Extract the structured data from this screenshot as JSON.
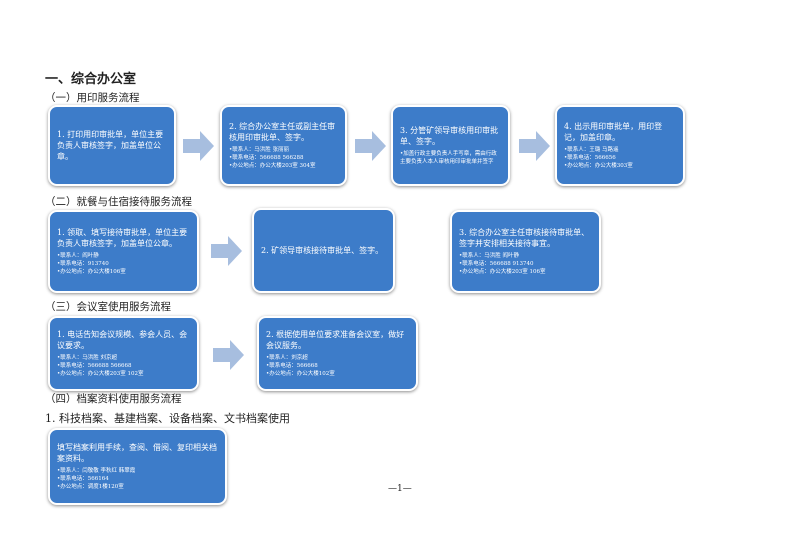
{
  "title": "一、综合办公室",
  "sections": [
    {
      "heading": "（一）用印服务流程",
      "steps": [
        {
          "text": "1. 打印用印审批单，单位主要负责人审核签字，加盖单位公章。",
          "details": []
        },
        {
          "text": "2. 综合办公室主任或副主任审核用印审批单、签字。",
          "details": [
            "•联系人：马洪胜 张丽丽",
            "•联系电话：566688 566288",
            "•办公地点：办公大楼203室 304室"
          ]
        },
        {
          "text": "3. 分管矿领导审核用印审批单、签字。",
          "details": [
            "•加盖行政主要负责人手写章，需由行政主要负责人本人审核用印审批单并签字"
          ]
        },
        {
          "text": "4. 出示用印审批单，用印登记，加盖印章。",
          "details": [
            "•联系人：王璐 马路遥",
            "•联系电话：566656",
            "•办公地点：办公大楼303室"
          ]
        }
      ]
    },
    {
      "heading": "（二）就餐与住宿接待服务流程",
      "steps": [
        {
          "text": "1. 领取、填写接待审批单，单位主要负责人审核签字，加盖单位公章。",
          "details": [
            "•联系人：阎叶静",
            "•联系电话：913740",
            "•办公地点：办公大楼106室"
          ]
        },
        {
          "text": "2. 矿领导审核接待审批单、签字。",
          "details": []
        },
        {
          "text": "3. 综合办公室主任审核接待审批单、签字并安排相关接待事宜。",
          "details": [
            "•联系人：马洪胜 阎叶静",
            "•联系电话：566688 913740",
            "•办公地点：办公大楼203室 106室"
          ]
        }
      ]
    },
    {
      "heading": "（三）会议室使用服务流程",
      "steps": [
        {
          "text": "1. 电话告知会议规模、参会人员、会议要求。",
          "details": [
            "•联系人：马洪胜 刘京超",
            "•联系电话：566688 566668",
            "•办公地点：办公大楼203室 102室"
          ]
        },
        {
          "text": "2. 根据使用单位要求准备会议室，做好会议服务。",
          "details": [
            "•联系人：刘京超",
            "•联系电话：566668",
            "•办公地点：办公大楼102室"
          ]
        }
      ]
    },
    {
      "heading": "（四）档案资料使用服务流程",
      "subheading": "1. 科技档案、基建档案、设备档案、文书档案使用",
      "steps": [
        {
          "text": "填写档案利用手续，查阅、借阅、复印相关档案资料。",
          "details": [
            "•联系人：闫敬敬 李秋红 韩翠霞",
            "•联系电话：566164",
            "•办公地点：调度1楼120室"
          ]
        }
      ]
    }
  ],
  "page_number": "—1—",
  "colors": {
    "box": "#3d7cc9",
    "arrow": "#a7bedf"
  }
}
